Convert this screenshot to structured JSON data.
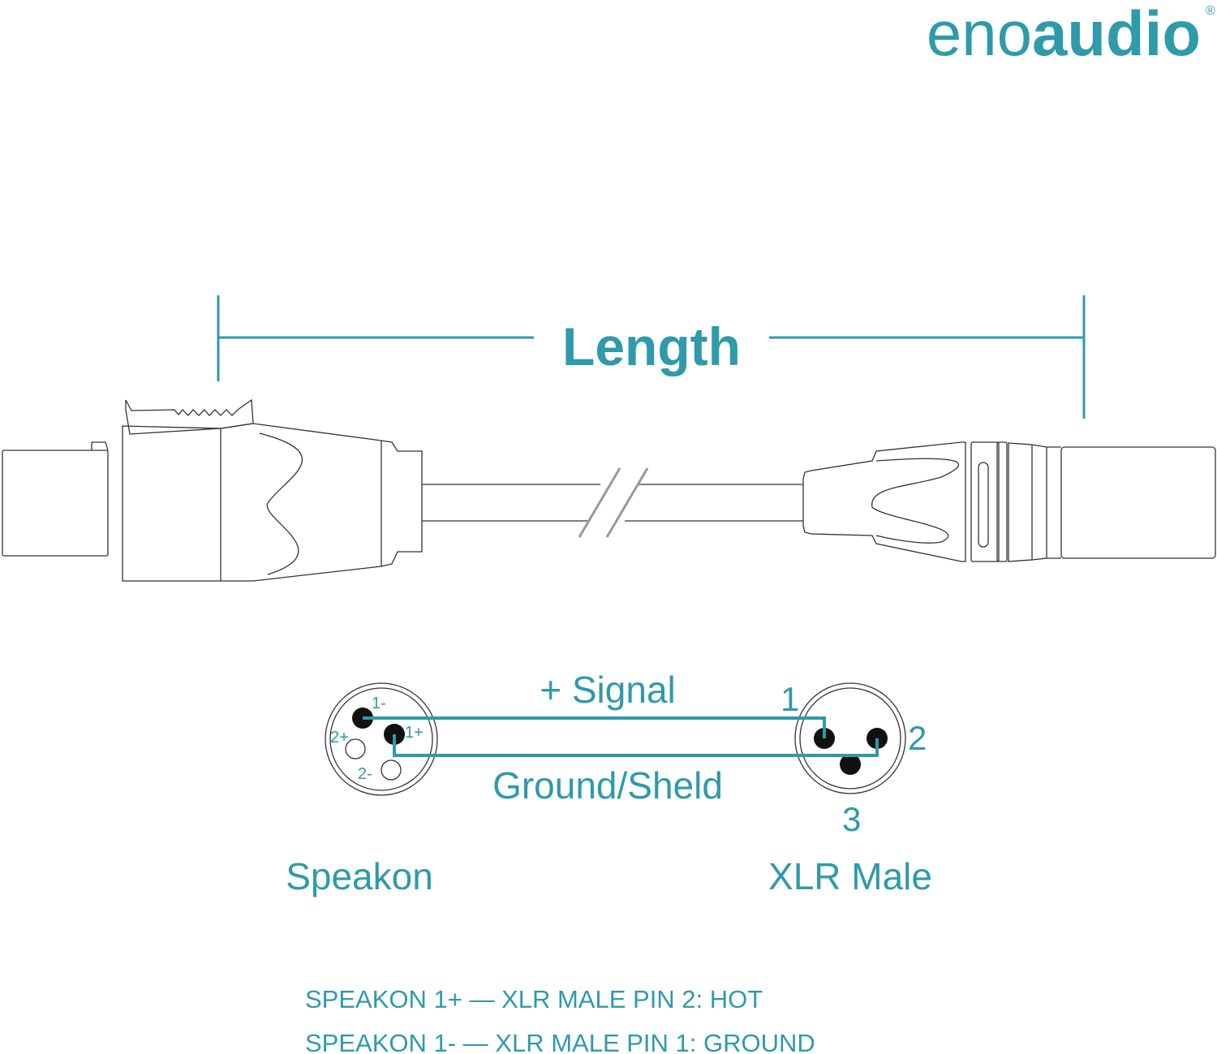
{
  "brand": {
    "name_light": "eno",
    "name_bold": "audio",
    "registered": "®"
  },
  "dimension": {
    "label": "Length"
  },
  "wiring": {
    "signal_label": "+ Signal",
    "ground_label": "Ground/Sheld",
    "speakon": {
      "title": "Speakon",
      "pins": [
        "1-",
        "1+",
        "2+",
        "2-"
      ]
    },
    "xlr": {
      "title": "XLR Male",
      "pins": [
        "1",
        "2",
        "3"
      ]
    }
  },
  "notes": [
    "SPEAKON 1+ — XLR MALE PIN 2: HOT",
    "SPEAKON 1- — XLR MALE PIN 1: GROUND"
  ],
  "colors": {
    "accent": "#2f9aaa",
    "line": "#333333"
  }
}
